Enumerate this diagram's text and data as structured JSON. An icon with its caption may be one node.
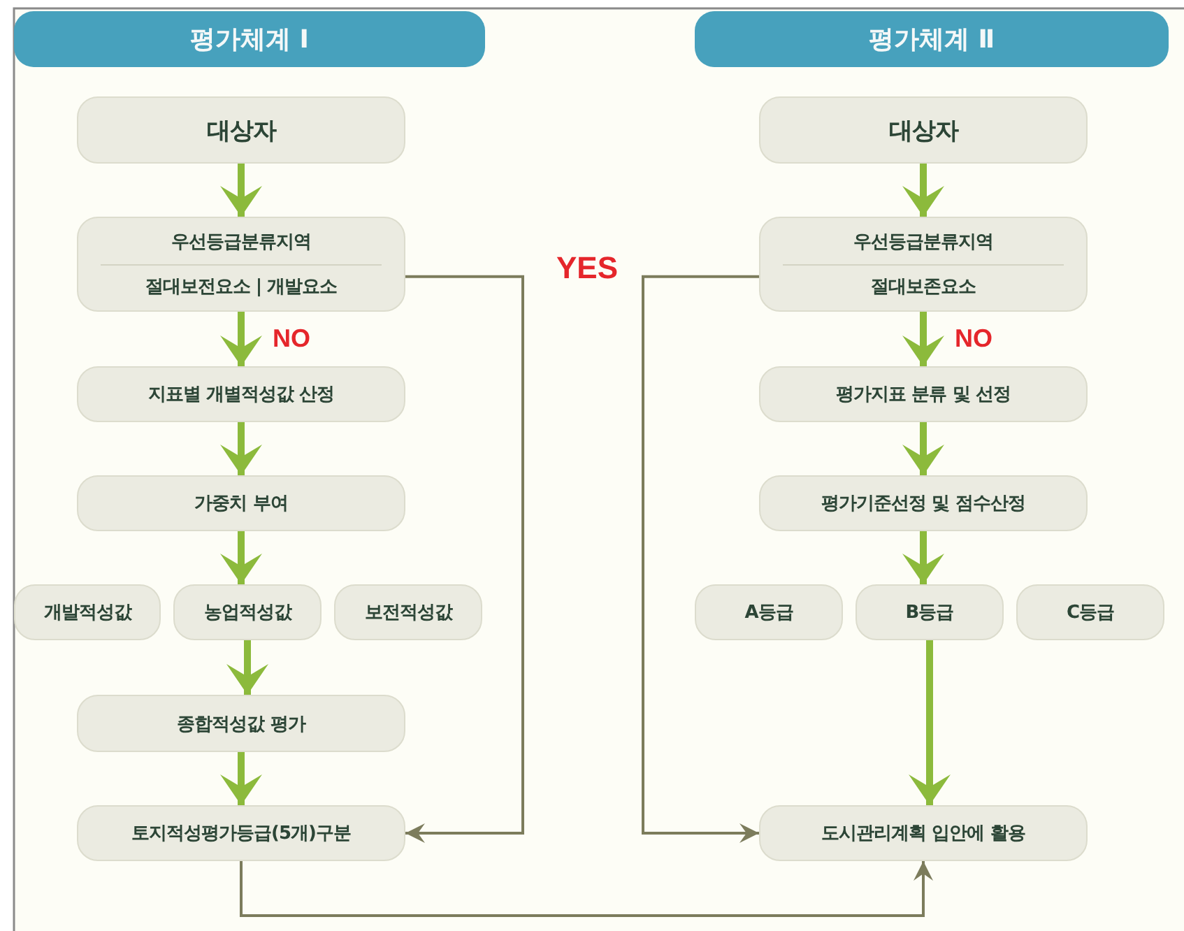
{
  "diagram": {
    "nodes": [
      {
        "text": [
          "평가체계 Ⅰ"
        ]
      },
      {
        "text": [
          "평가체계 Ⅱ"
        ]
      },
      {
        "text": [
          "대상자"
        ]
      },
      {
        "text": [
          "우선등급분류지역",
          "절대보전요소 | 개발요소"
        ]
      },
      {
        "text": [
          "지표별 개별적성값 산정"
        ]
      },
      {
        "text": [
          "가중치 부여"
        ]
      },
      {
        "text": [
          "개발적성값"
        ]
      },
      {
        "text": [
          "농업적성값"
        ]
      },
      {
        "text": [
          "보전적성값"
        ]
      },
      {
        "text": [
          "종합적성값 평가"
        ]
      },
      {
        "text": [
          "토지적성평가등급(5개)구분"
        ]
      },
      {
        "text": [
          "대상자"
        ]
      },
      {
        "text": [
          "우선등급분류지역",
          "절대보존요소"
        ]
      },
      {
        "text": [
          "평가지표 분류 및 선정"
        ]
      },
      {
        "text": [
          "평가기준선정 및 점수산정"
        ]
      },
      {
        "text": [
          "A등급"
        ]
      },
      {
        "text": [
          "B등급"
        ]
      },
      {
        "text": [
          "C등급"
        ]
      },
      {
        "text": [
          "도시관리계획 입안에 활용"
        ]
      }
    ],
    "edges": [
      {
        "from": 2,
        "to": 3,
        "arrow": "to"
      },
      {
        "from": 3,
        "to": 4,
        "arrow": "to",
        "label": "NO"
      },
      {
        "from": 4,
        "to": 5,
        "arrow": "to"
      },
      {
        "from": 5,
        "to": 7,
        "arrow": "to"
      },
      {
        "from": 7,
        "to": 9,
        "arrow": "to"
      },
      {
        "from": 9,
        "to": 10,
        "arrow": "to"
      },
      {
        "from": 11,
        "to": 12,
        "arrow": "to"
      },
      {
        "from": 12,
        "to": 13,
        "arrow": "to",
        "label": "NO"
      },
      {
        "from": 13,
        "to": 14,
        "arrow": "to"
      },
      {
        "from": 14,
        "to": 16,
        "arrow": "to"
      },
      {
        "from": 16,
        "to": 18,
        "arrow": "to"
      },
      {
        "from": 3,
        "to": 10,
        "arrow": "to",
        "color": "#7c7c5c"
      },
      {
        "from": 12,
        "to": 18,
        "arrow": "to",
        "color": "#7c7c5c"
      },
      {
        "from": 10,
        "to": 18,
        "arrow": "to",
        "color": "#7c7c5c"
      }
    ],
    "labels": [
      "YES"
    ]
  }
}
